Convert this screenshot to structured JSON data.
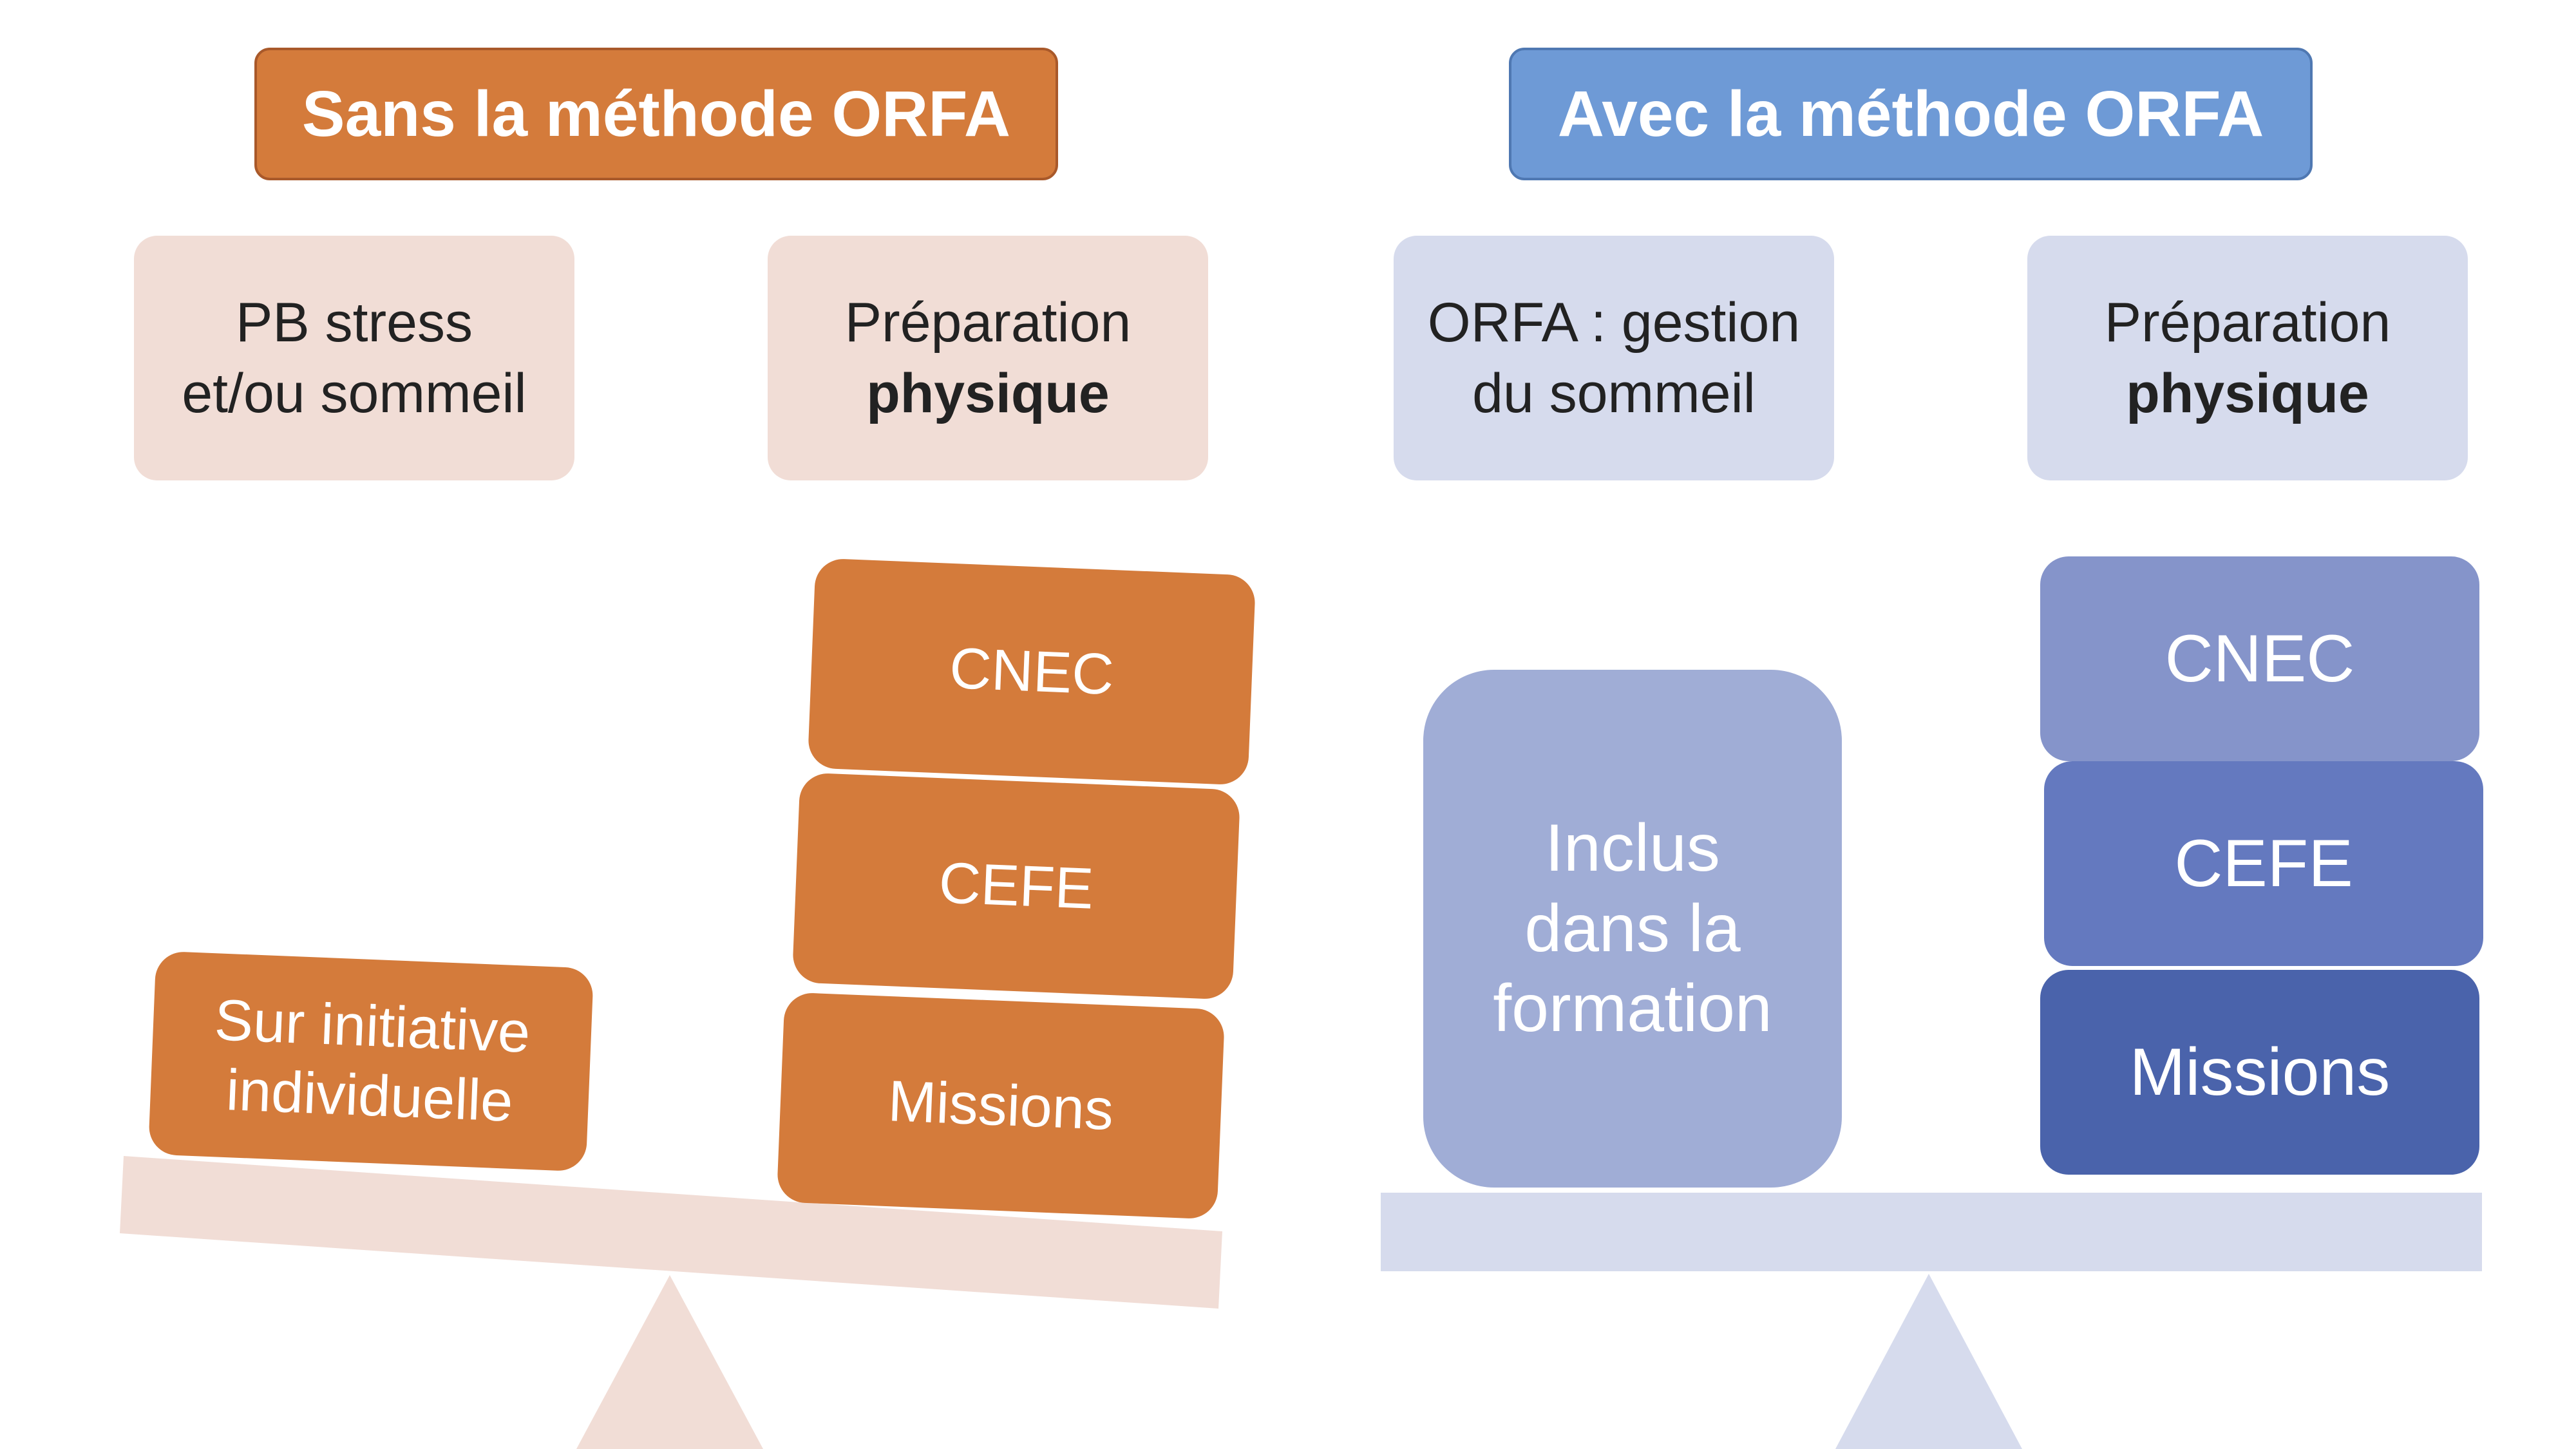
{
  "left": {
    "header": "Sans la méthode ORFA",
    "labels": [
      {
        "line1": "PB stress",
        "line2": "et/ou sommeil"
      },
      {
        "line1": "Préparation",
        "line2": "physique"
      }
    ],
    "left_block": {
      "line1": "Sur initiative",
      "line2": "individuelle"
    },
    "right_blocks": [
      "CNEC",
      "CEFE",
      "Missions"
    ]
  },
  "right": {
    "header": "Avec la méthode ORFA",
    "labels": [
      {
        "line1": "ORFA : gestion",
        "line2": "du sommeil"
      },
      {
        "line1": "Préparation",
        "line2": "physique"
      }
    ],
    "left_block": {
      "line1": "Inclus",
      "line2": "dans la",
      "line3": "formation"
    },
    "right_blocks": [
      "CNEC",
      "CEFE",
      "Missions"
    ]
  },
  "colors": {
    "orange": "#d47b3b",
    "light_orange": "#f1ddd6",
    "blue_header": "#6e9ad6",
    "light_blue": "#d6dbed",
    "blue_block_1": "#a0add6",
    "blue_block_2": "#8594ca",
    "blue_block_3": "#6479bf",
    "blue_block_4": "#4a63ab"
  }
}
